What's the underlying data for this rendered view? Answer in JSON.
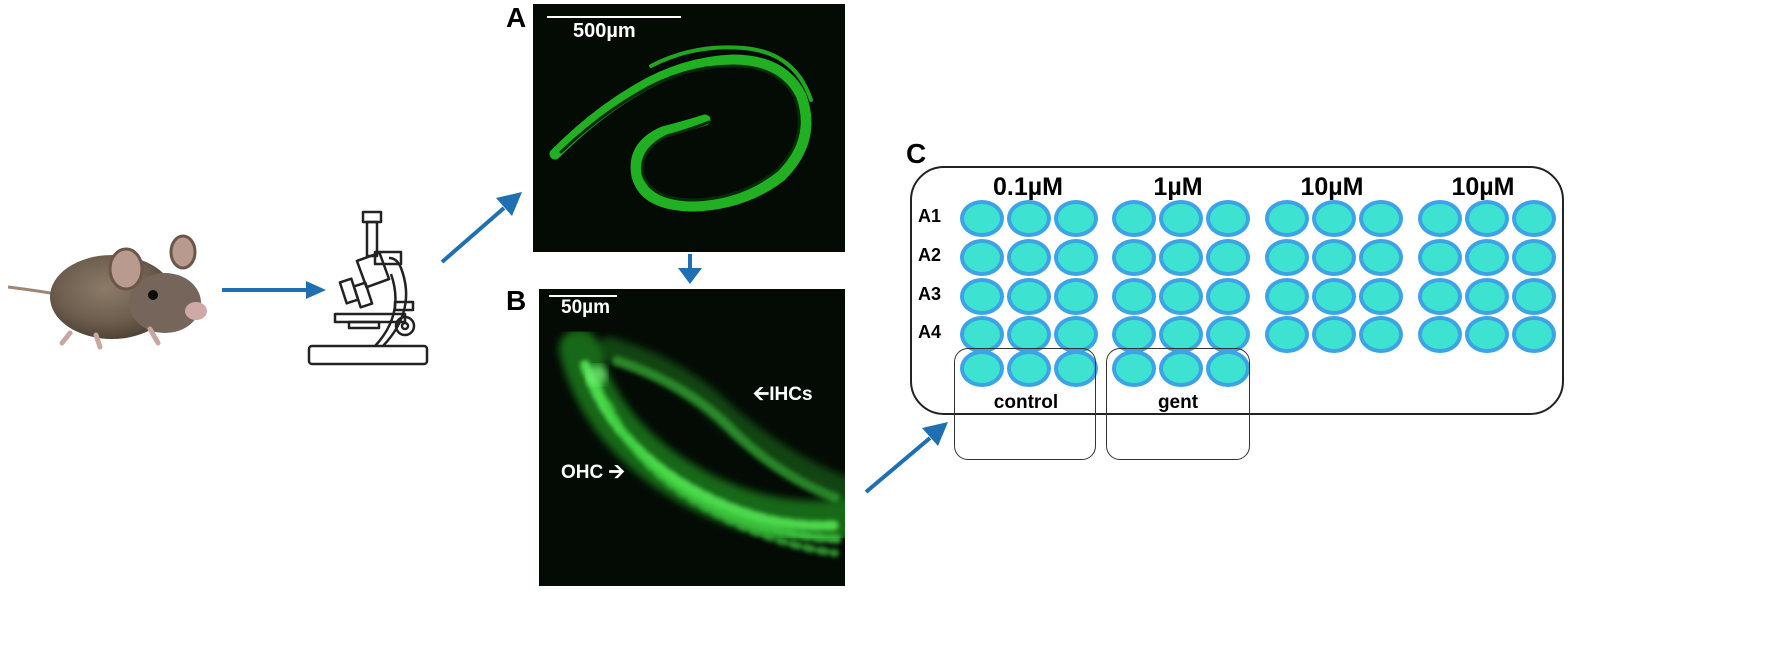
{
  "panels": {
    "a": {
      "letter": "A",
      "scale_label": "500µm"
    },
    "b": {
      "letter": "B",
      "scale_label": "50µm",
      "ihc_label": "IHCs",
      "ohc_label": "OHC"
    },
    "c": {
      "letter": "C"
    }
  },
  "plate": {
    "concentrations": [
      "0.1µM",
      "1µM",
      "10µM",
      "10µM"
    ],
    "rows": [
      "A1",
      "A2",
      "A3",
      "A4"
    ],
    "groups": [
      "control",
      "gent"
    ]
  },
  "colors": {
    "arrow": "#1f6fb3",
    "well_fill": "#3de3d0",
    "well_border": "#3ba3e6",
    "fluorescence": "#2ee82e"
  }
}
